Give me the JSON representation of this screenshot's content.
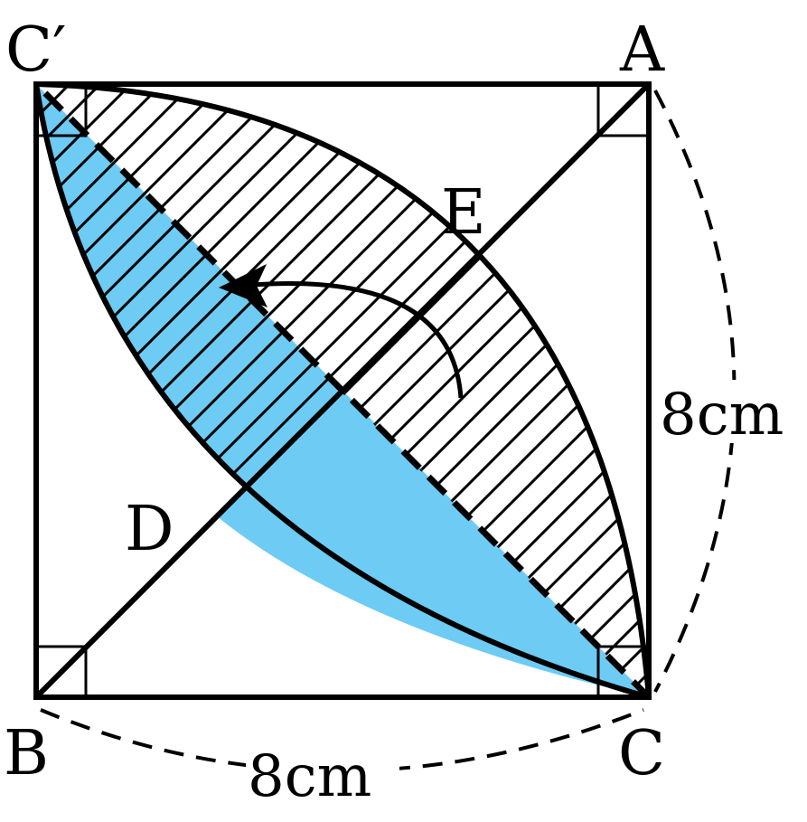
{
  "points": {
    "c_prime": "C′",
    "a": "A",
    "e": "E",
    "d": "D",
    "b": "B",
    "c": "C"
  },
  "dimensions": {
    "right_side": "8cm",
    "bottom_side": "8cm"
  },
  "colors": {
    "fill_blue": "#6DCBF4",
    "stroke": "#000000",
    "background": "#ffffff"
  }
}
